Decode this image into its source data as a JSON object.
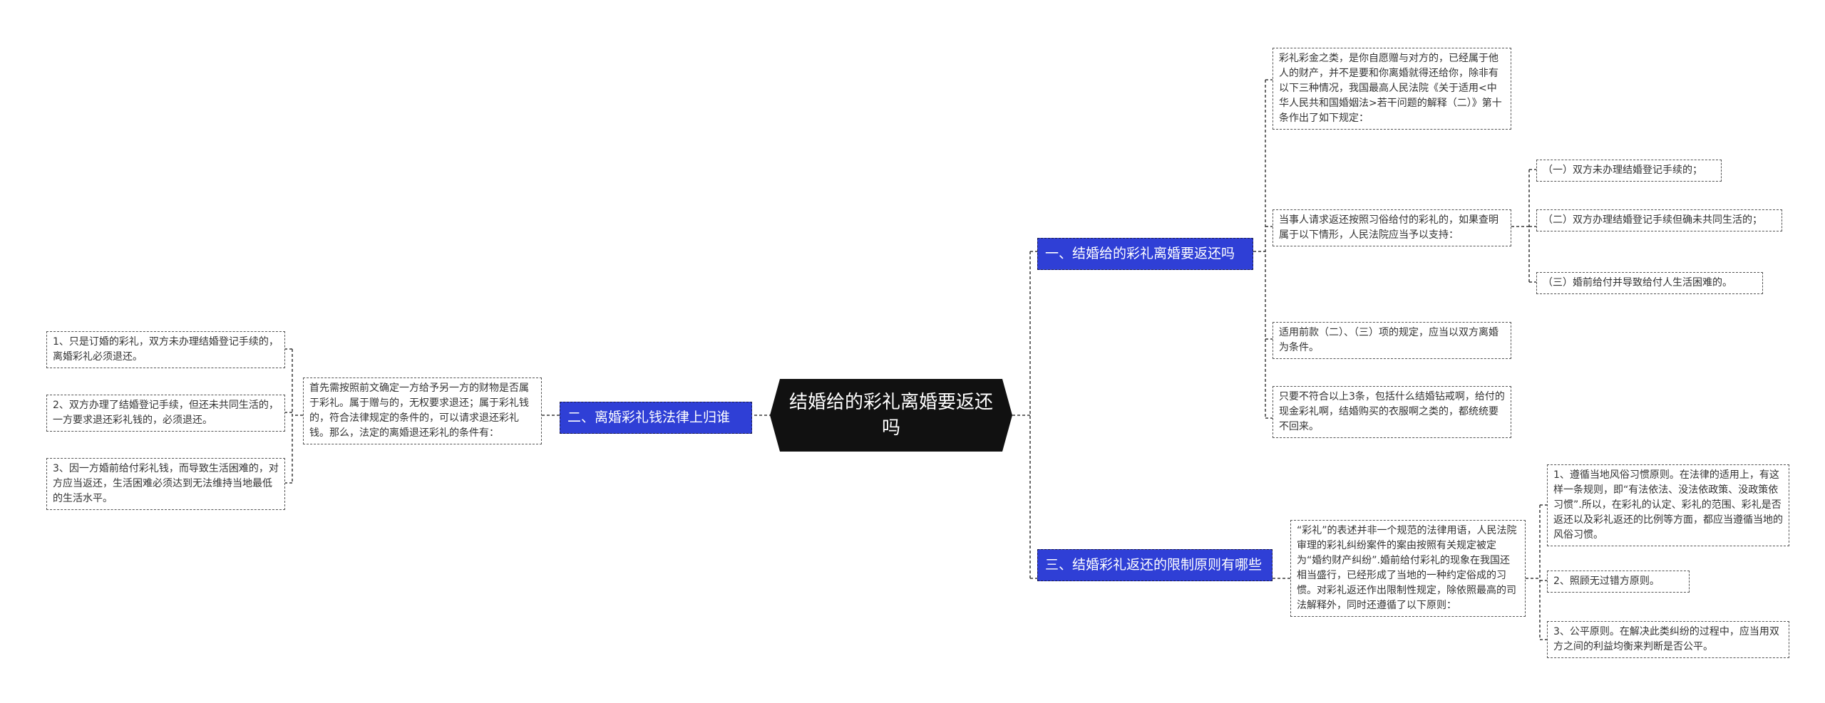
{
  "root": {
    "title": "结婚给的彩礼离婚要返还吗"
  },
  "branches": [
    {
      "label": "一、结婚给的彩礼离婚要返还吗",
      "children": [
        {
          "text": "彩礼彩金之类，是你自愿赠与对方的，已经属于他人的财产，并不是要和你离婚就得还给你，除非有以下三种情况，我国最高人民法院《关于适用<中华人民共和国婚姻法>若干问题的解释（二）》第十条作出了如下规定："
        },
        {
          "text": "当事人请求返还按照习俗给付的彩礼的，如果查明属于以下情形，人民法院应当予以支持：",
          "children": [
            {
              "text": "（一）双方未办理结婚登记手续的；"
            },
            {
              "text": "（二）双方办理结婚登记手续但确未共同生活的；"
            },
            {
              "text": "（三）婚前给付并导致给付人生活困难的。"
            }
          ]
        },
        {
          "text": "适用前款（二）、（三）项的规定，应当以双方离婚为条件。"
        },
        {
          "text": "只要不符合以上3条，包括什么结婚钻戒啊，给付的现金彩礼啊，结婚购买的衣服啊之类的，都统统要不回来。"
        }
      ]
    },
    {
      "label": "二、离婚彩礼钱法律上归谁",
      "children": [
        {
          "text": "首先需按照前文确定一方给予另一方的财物是否属于彩礼。属于赠与的，无权要求退还；属于彩礼钱的，符合法律规定的条件的，可以请求退还彩礼钱。那么，法定的离婚退还彩礼的条件有：",
          "children": [
            {
              "text": "1、只是订婚的彩礼，双方未办理结婚登记手续的，离婚彩礼必须退还。"
            },
            {
              "text": "2、双方办理了结婚登记手续，但还未共同生活的，一方要求退还彩礼钱的，必须退还。"
            },
            {
              "text": "3、因一方婚前给付彩礼钱，而导致生活困难的，对方应当返还，生活困难必须达到无法维持当地最低的生活水平。"
            }
          ]
        }
      ]
    },
    {
      "label": "三、结婚彩礼返还的限制原则有哪些",
      "children": [
        {
          "text": "“彩礼”的表述并非一个规范的法律用语，人民法院审理的彩礼纠纷案件的案由按照有关规定被定为“婚约财产纠纷”.婚前给付彩礼的现象在我国还相当盛行，已经形成了当地的一种约定俗成的习惯。对彩礼返还作出限制性规定，除依照最高的司法解释外，同时还遵循了以下原则：",
          "children": [
            {
              "text": "1、遵循当地风俗习惯原则。在法律的适用上，有这样一条规则，即“有法依法、没法依政策、没政策依习惯”.所以，在彩礼的认定、彩礼的范围、彩礼是否返还以及彩礼返还的比例等方面，都应当遵循当地的风俗习惯。"
            },
            {
              "text": "2、照顾无过错方原则。"
            },
            {
              "text": "3、公平原则。在解决此类纠纷的过程中，应当用双方之间的利益均衡来判断是否公平。"
            }
          ]
        }
      ]
    }
  ]
}
